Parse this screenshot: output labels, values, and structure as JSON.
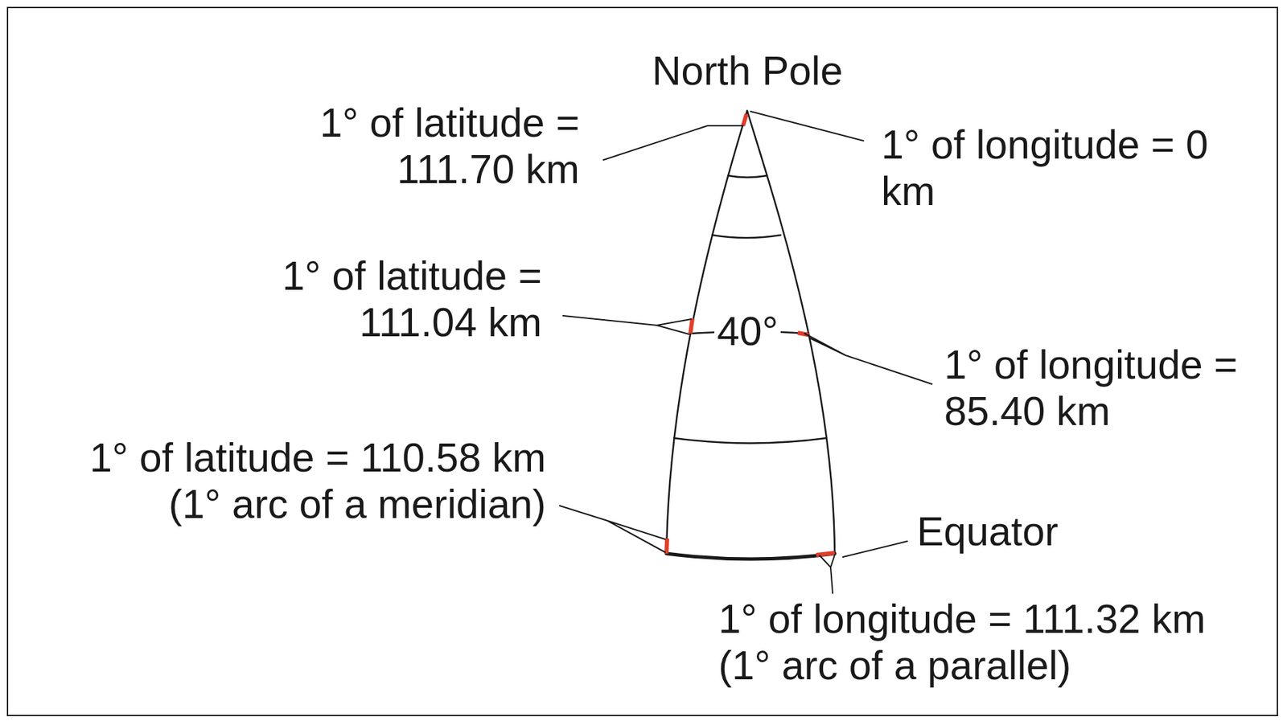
{
  "diagram": {
    "labels": [
      "North Pole",
      "1° of latitude = 111.70 km",
      "1° of longitude = 0 km",
      "1° of latitude = 111.04 km",
      "40°",
      "1° of longitude = 85.40 km",
      "1° of latitude = 110.58 km (1° arc of a meridian)",
      "Equator",
      "1° of longitude = 111.32 km (1° arc of a parallel)"
    ]
  }
}
